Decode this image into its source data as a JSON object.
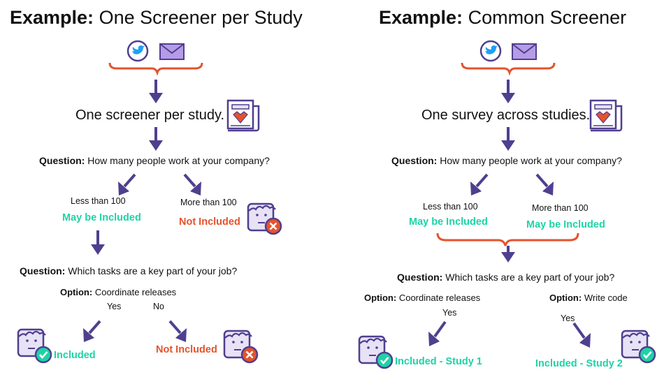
{
  "colors": {
    "arrow": "#4f3f8f",
    "brace": "#e5532c",
    "included": "#1ed3a6",
    "not_included": "#e5532c",
    "twitter": "#1da1f2",
    "mail": "#9a77d6",
    "person_fill": "#e7e2f5",
    "person_stroke": "#4f3f8f"
  },
  "left": {
    "title_bold": "Example:",
    "title_rest": " One Screener per Study",
    "icons": [
      "twitter-icon",
      "mail-icon"
    ],
    "screener_text": "One screener per study.",
    "q1_bold": "Question:",
    "q1_text": " How many people work at your company?",
    "opt_less": "Less than 100",
    "opt_more": "More than 100",
    "may_be_included": "May be Included",
    "not_included": "Not Included",
    "q2_bold": "Question:",
    "q2_text": " Which tasks are a key part of your job?",
    "option_bold": "Option:",
    "option_text": " Coordinate releases",
    "yes": "Yes",
    "no": "No",
    "included": "Included",
    "not_included_2": "Not Included"
  },
  "right": {
    "title_bold": "Example:",
    "title_rest": " Common Screener",
    "icons": [
      "twitter-icon",
      "mail-icon"
    ],
    "survey_text": "One survey across studies.",
    "q1_bold": "Question:",
    "q1_text": " How many people work at your company?",
    "opt_less": "Less than 100",
    "opt_more": "More than 100",
    "may_be_included_1": "May be Included",
    "may_be_included_2": "May be Included",
    "q2_bold": "Question:",
    "q2_text": " Which tasks are a key part of your job?",
    "option1_bold": "Option:",
    "option1_text": " Coordinate releases",
    "option2_bold": "Option:",
    "option2_text": " Write code",
    "yes1": "Yes",
    "yes2": "Yes",
    "included_study1": "Included - Study 1",
    "included_study2": "Included - Study 2"
  }
}
